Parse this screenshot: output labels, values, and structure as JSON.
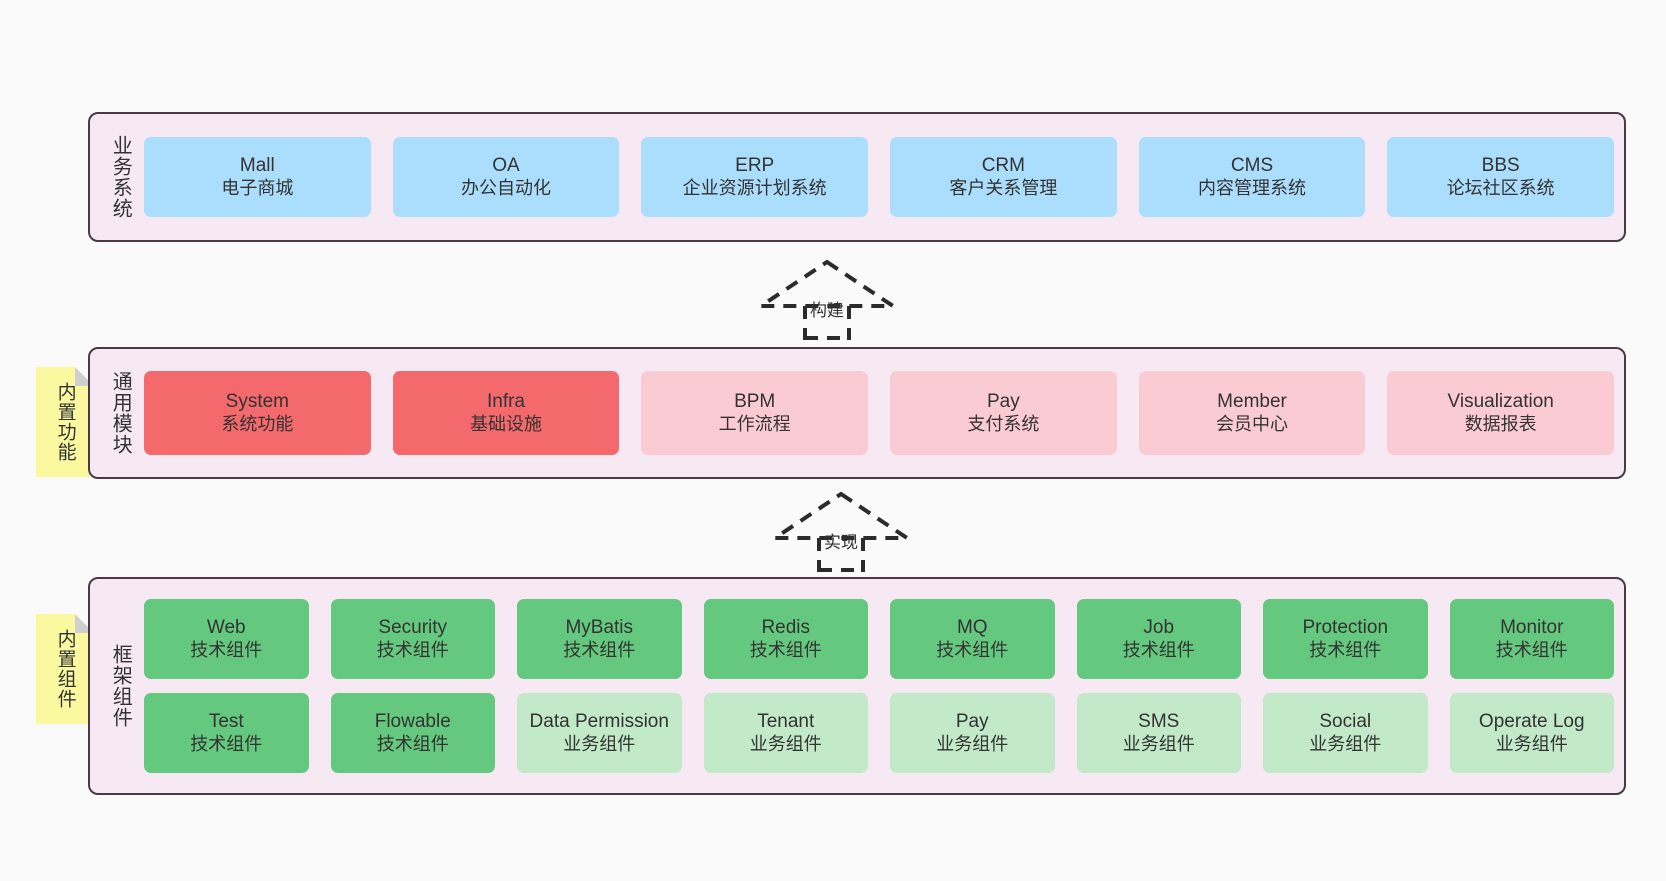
{
  "diagram": {
    "background": "#FAFAFA",
    "palette": {
      "panel_bg": "#F7E9F4",
      "panel_border": "#4A3A46",
      "blue": "#ABDDFC",
      "red": "#F4696B",
      "pink": "#FBCBD4",
      "green": "#64C87E",
      "light_green": "#C2E9C8",
      "sticky_yellow": "#FAF9A0",
      "sticky_fold": "#CFCFCF",
      "text": "#333333"
    }
  },
  "layers": {
    "business": {
      "title": "业务系统",
      "cards": [
        {
          "en": "Mall",
          "cn": "电子商城"
        },
        {
          "en": "OA",
          "cn": "办公自动化"
        },
        {
          "en": "ERP",
          "cn": "企业资源计划系统"
        },
        {
          "en": "CRM",
          "cn": "客户关系管理"
        },
        {
          "en": "CMS",
          "cn": "内容管理系统"
        },
        {
          "en": "BBS",
          "cn": "论坛社区系统"
        }
      ]
    },
    "common": {
      "title": "通用模块",
      "sticky": "内置功能",
      "cards": [
        {
          "en": "System",
          "cn": "系统功能",
          "style": "red"
        },
        {
          "en": "Infra",
          "cn": "基础设施",
          "style": "red"
        },
        {
          "en": "BPM",
          "cn": "工作流程",
          "style": "pink"
        },
        {
          "en": "Pay",
          "cn": "支付系统",
          "style": "pink"
        },
        {
          "en": "Member",
          "cn": "会员中心",
          "style": "pink"
        },
        {
          "en": "Visualization",
          "cn": "数据报表",
          "style": "pink"
        }
      ]
    },
    "framework": {
      "title": "框架组件",
      "sticky": "内置组件",
      "row1": [
        {
          "en": "Web",
          "cn": "技术组件"
        },
        {
          "en": "Security",
          "cn": "技术组件"
        },
        {
          "en": "MyBatis",
          "cn": "技术组件"
        },
        {
          "en": "Redis",
          "cn": "技术组件"
        },
        {
          "en": "MQ",
          "cn": "技术组件"
        },
        {
          "en": "Job",
          "cn": "技术组件"
        },
        {
          "en": "Protection",
          "cn": "技术组件"
        },
        {
          "en": "Monitor",
          "cn": "技术组件"
        }
      ],
      "row2": [
        {
          "en": "Test",
          "cn": "技术组件",
          "style": "green"
        },
        {
          "en": "Flowable",
          "cn": "技术组件",
          "style": "green"
        },
        {
          "en": "Data Permission",
          "cn": "业务组件",
          "style": "lightgreen"
        },
        {
          "en": "Tenant",
          "cn": "业务组件",
          "style": "lightgreen"
        },
        {
          "en": "Pay",
          "cn": "业务组件",
          "style": "lightgreen"
        },
        {
          "en": "SMS",
          "cn": "业务组件",
          "style": "lightgreen"
        },
        {
          "en": "Social",
          "cn": "业务组件",
          "style": "lightgreen"
        },
        {
          "en": "Operate Log",
          "cn": "业务组件",
          "style": "lightgreen"
        }
      ]
    }
  },
  "connectors": [
    {
      "label": "构建",
      "from": "通用模块",
      "to": "业务系统"
    },
    {
      "label": "实现",
      "from": "框架组件",
      "to": "通用模块"
    }
  ]
}
